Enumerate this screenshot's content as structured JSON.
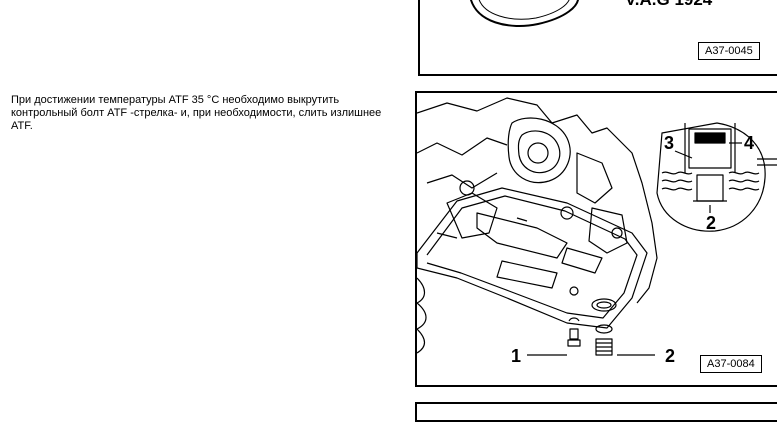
{
  "top_figure": {
    "tool_label": "V.A.G 1924",
    "code": "A37-0045"
  },
  "instruction": {
    "text": "При достижении температуры ATF 35 °C необходимо выкрутить контрольный болт ATF -стрелка- и, при необходимости, слить излишнее ATF."
  },
  "main_figure": {
    "code": "A37-0084",
    "callouts": {
      "c1": "1",
      "c2": "2",
      "c3": "3",
      "c4": "4",
      "c2_detail": "2"
    }
  }
}
